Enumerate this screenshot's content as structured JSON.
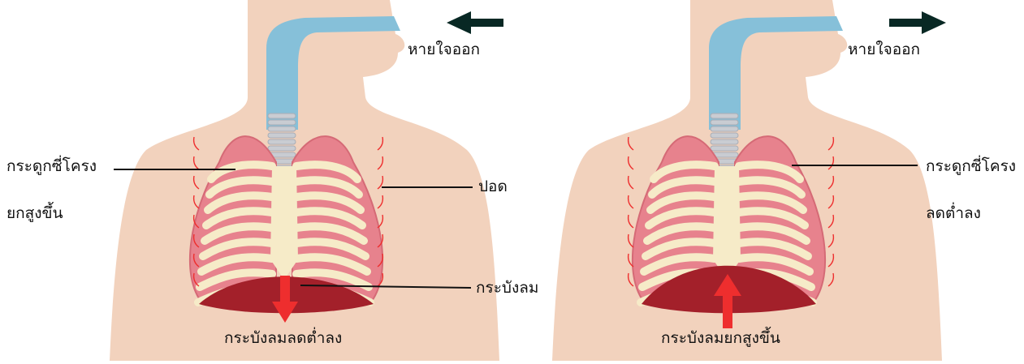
{
  "colors": {
    "skin": "#f2d2bd",
    "trachea": "#86c0d9",
    "lung": "#e7828d",
    "rib": "#f6ebc8",
    "diaphragm": "#a3202a",
    "arrow_red": "#ee2e2e",
    "arrow_dark": "#082824",
    "line": "#111111"
  },
  "left_panel": {
    "airflow_label": "หายใจออก",
    "airflow_direction": "left",
    "rib_label_line1": "กระดูกซี่โครง",
    "rib_label_line2": "ยกสูงขึ้น",
    "lung_label": "ปอด",
    "diaphragm_label": "กระบังลม",
    "bottom_caption": "กระบังลมลดต่ำลง"
  },
  "right_panel": {
    "airflow_label": "หายใจออก",
    "airflow_direction": "right",
    "rib_label_line1": "กระดูกซี่โครง",
    "rib_label_line2": "ลดต่ำลง",
    "bottom_caption": "กระบังลมยกสูงขึ้น"
  }
}
